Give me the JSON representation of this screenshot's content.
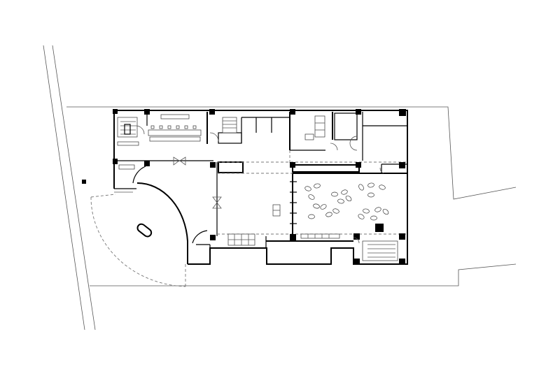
{
  "drawing": {
    "type": "architectural-floor-plan",
    "colors": {
      "line": "#000000",
      "background": "#ffffff",
      "secondary_line": "#555555"
    },
    "icons": [
      "column",
      "staircase",
      "door-swing",
      "pebble-seat",
      "toilet"
    ]
  }
}
